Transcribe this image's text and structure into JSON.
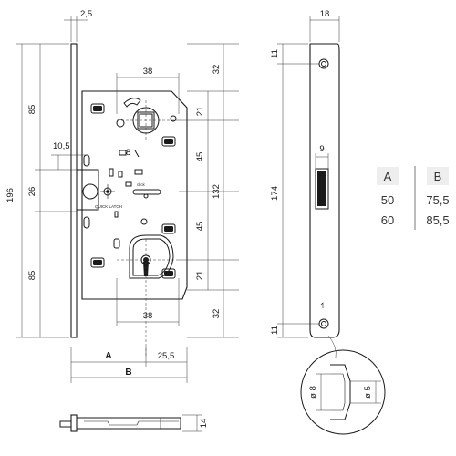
{
  "dimensions": {
    "faceplate_thickness": "2,5",
    "backset_width": "38",
    "backset_width_bottom": "38",
    "top_offset_right": "32",
    "bottom_offset_right": "32",
    "latch_height_top": "85",
    "latch_height_bottom": "85",
    "total_height": "196",
    "latch_offset": "10,5",
    "latch_width": "26",
    "square_offset": "21",
    "square_to_center": "45",
    "center_to_key": "45",
    "key_offset": "21",
    "overall_height_right": "132",
    "small_8": "8",
    "dim_a": "A",
    "dim_b": "B",
    "dim_25_5": "25,5",
    "side_height": "14",
    "face_width": "18",
    "face_hole_offset_top": "11",
    "face_hole_offset_bottom": "11",
    "face_length": "174",
    "latch_slot_width": "9",
    "detail_outer": "ø 8",
    "detail_inner": "ø 5"
  },
  "markings": {
    "quick_latch": "QUICK LATCH",
    "click": "click"
  },
  "table": {
    "headers": [
      "A",
      "B"
    ],
    "rows": [
      [
        "50",
        "75,5"
      ],
      [
        "60",
        "85,5"
      ]
    ]
  }
}
